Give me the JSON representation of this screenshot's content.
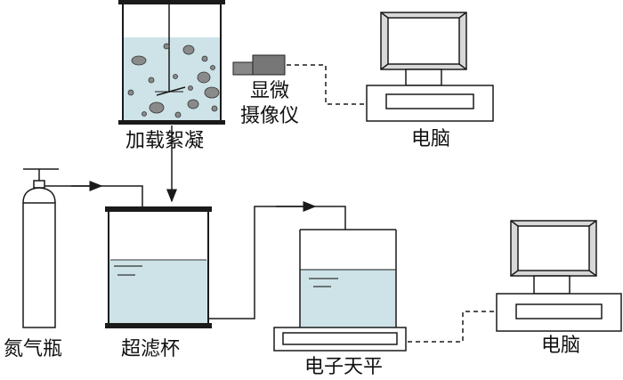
{
  "labels": {
    "flocculation": "加载絮凝",
    "microscope_line1": "显微",
    "microscope_line2": "摄像仪",
    "computer_top": "电脑",
    "nitrogen_bottle": "氮气瓶",
    "filter_cup": "超滤杯",
    "balance": "电子天平",
    "computer_bottom": "电脑"
  },
  "colors": {
    "liquid": "#cde3e8",
    "particle": "#8a8a8a",
    "stroke": "#1a1a1a",
    "background": "#ffffff"
  }
}
